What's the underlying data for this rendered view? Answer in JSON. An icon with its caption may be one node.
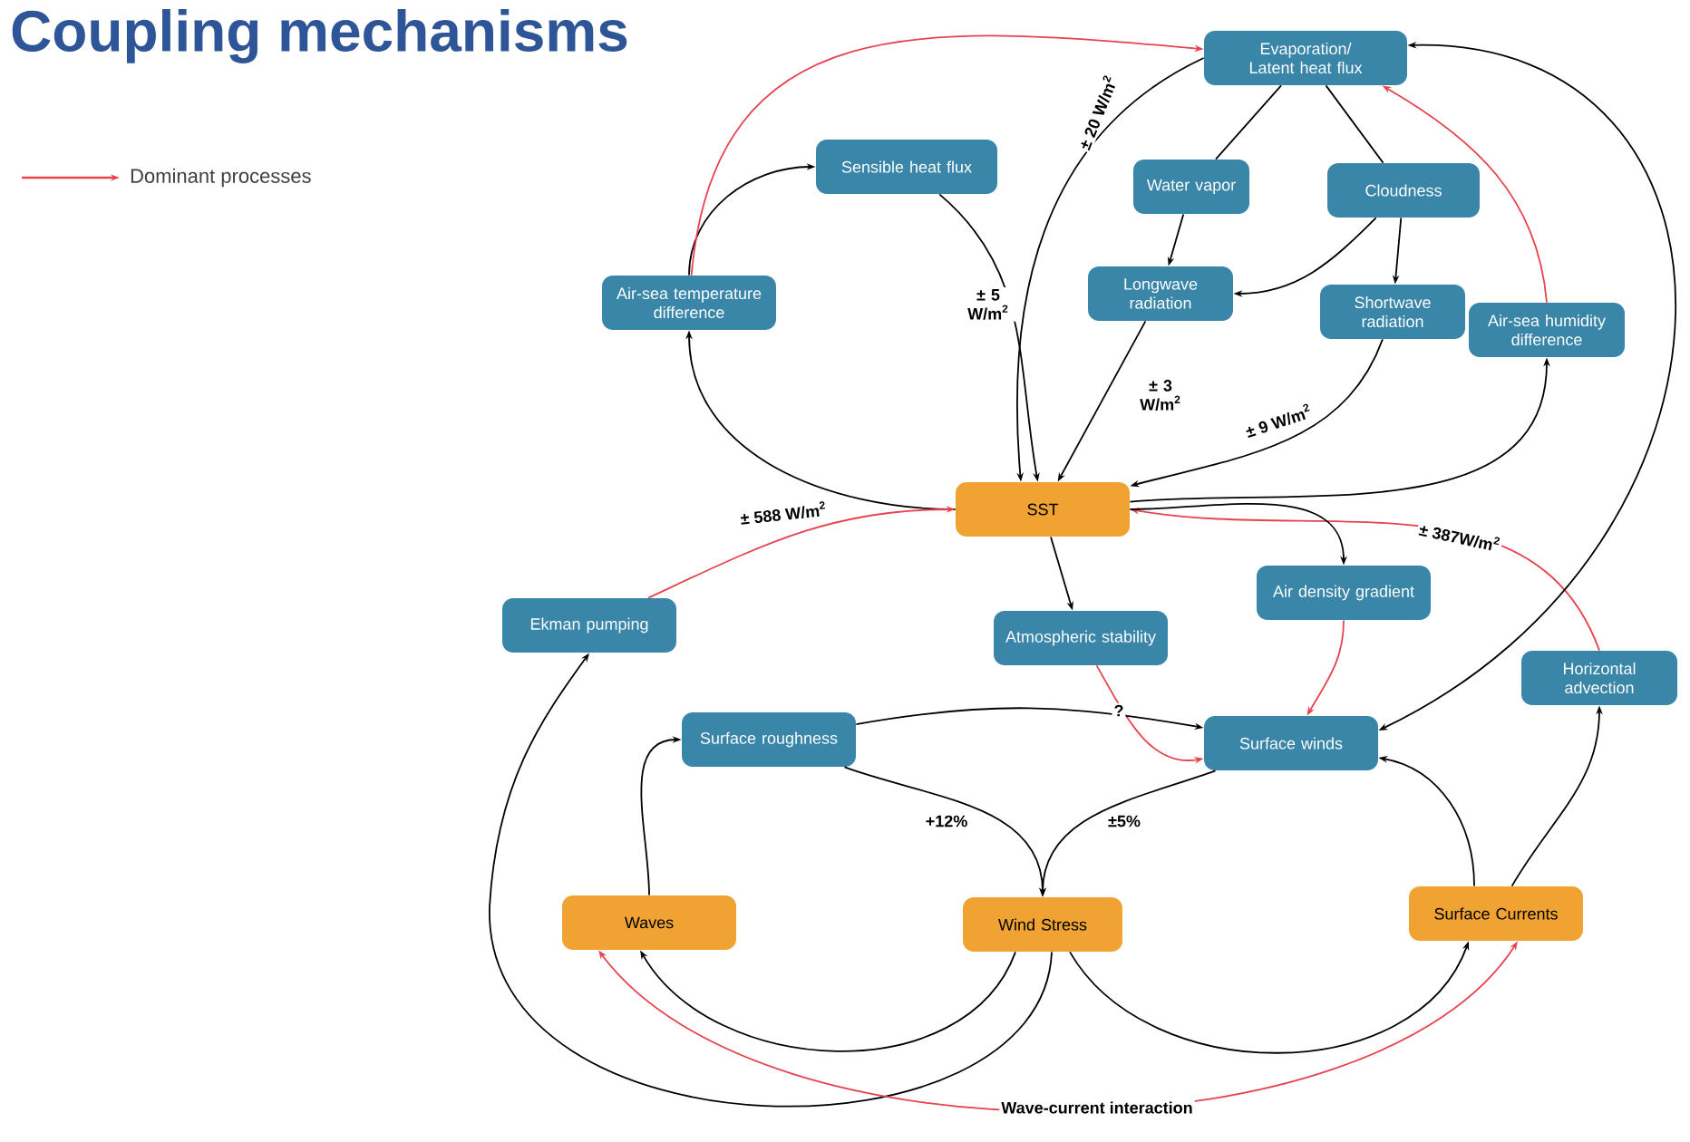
{
  "diagram": {
    "title": "Coupling mechanisms",
    "nodes": [
      {
        "text": [
          "Evaporation/ Latent heat flux"
        ]
      },
      {
        "text": [
          "Sensible heat flux"
        ]
      },
      {
        "text": [
          "Water vapor"
        ]
      },
      {
        "text": [
          "Cloudness"
        ]
      },
      {
        "text": [
          "Air-sea temperature difference"
        ]
      },
      {
        "text": [
          "Longwave radiation"
        ]
      },
      {
        "text": [
          "Shortwave radiation"
        ]
      },
      {
        "text": [
          "Air-sea humidity difference"
        ]
      },
      {
        "text": [
          "SST"
        ]
      },
      {
        "text": [
          "Ekman pumping"
        ]
      },
      {
        "text": [
          "Atmospheric stability"
        ]
      },
      {
        "text": [
          "Air density gradient"
        ]
      },
      {
        "text": [
          "Horizontal advection"
        ]
      },
      {
        "text": [
          "Surface roughness"
        ]
      },
      {
        "text": [
          "Surface winds"
        ]
      },
      {
        "text": [
          "Waves"
        ]
      },
      {
        "text": [
          "Wind Stress"
        ]
      },
      {
        "text": [
          "Surface Currents"
        ]
      }
    ],
    "edges": [
      {
        "from": 4,
        "to": 1,
        "arrow": "to"
      },
      {
        "from": 4,
        "to": 0,
        "arrow": "to",
        "color": "#e8424e"
      },
      {
        "from": 1,
        "to": 8,
        "arrow": "to",
        "label": "± 5 W/m$^{2}$"
      },
      {
        "from": 0,
        "to": 8,
        "arrow": "to",
        "label": "± 20 W/m$^{2}$"
      },
      {
        "from": 0,
        "to": 2,
        "arrow": "none"
      },
      {
        "from": 0,
        "to": 3,
        "arrow": "none"
      },
      {
        "from": 2,
        "to": 5,
        "arrow": "to"
      },
      {
        "from": 3,
        "to": 5,
        "arrow": "to"
      },
      {
        "from": 3,
        "to": 6,
        "arrow": "to"
      },
      {
        "from": 5,
        "to": 8,
        "arrow": "to",
        "label": "± 3 W/m$^{2}$"
      },
      {
        "from": 6,
        "to": 8,
        "arrow": "to",
        "label": "± 9 W/m$^{2}$"
      },
      {
        "from": 8,
        "to": 7,
        "arrow": "to"
      },
      {
        "from": 7,
        "to": 0,
        "arrow": "to",
        "color": "#e8424e"
      },
      {
        "from": 8,
        "to": 4,
        "arrow": "to"
      },
      {
        "from": 9,
        "to": 8,
        "arrow": "to",
        "label": "± 588 W/m$^{2}$",
        "color": "#e8424e"
      },
      {
        "from": 12,
        "to": 8,
        "arrow": "to",
        "label": "± 387W/m$^{2}$",
        "color": "#e8424e"
      },
      {
        "from": 14,
        "to": 0,
        "arrow": "both"
      },
      {
        "from": 8,
        "to": 10,
        "arrow": "to"
      },
      {
        "from": 8,
        "to": 11,
        "arrow": "to"
      },
      {
        "from": 10,
        "to": 14,
        "arrow": "to",
        "label": "?",
        "color": "#e8424e"
      },
      {
        "from": 11,
        "to": 14,
        "arrow": "to",
        "color": "#e8424e"
      },
      {
        "from": 13,
        "to": 14,
        "arrow": "to"
      },
      {
        "from": 13,
        "to": 16,
        "arrow": "to",
        "label": "+12%"
      },
      {
        "from": 14,
        "to": 16,
        "arrow": "to",
        "label": "±5%"
      },
      {
        "from": 15,
        "to": 13,
        "arrow": "to"
      },
      {
        "from": 16,
        "to": 15,
        "arrow": "to"
      },
      {
        "from": 16,
        "to": 9,
        "arrow": "to"
      },
      {
        "from": 16,
        "to": 17,
        "arrow": "to"
      },
      {
        "from": 17,
        "to": 14,
        "arrow": "to"
      },
      {
        "from": 17,
        "to": 12,
        "arrow": "to"
      },
      {
        "from": 15,
        "to": 17,
        "arrow": "both",
        "label": "Wave-current interaction",
        "color": "#e8424e"
      }
    ],
    "legend": [
      {
        "text": "Dominant processes"
      }
    ]
  }
}
